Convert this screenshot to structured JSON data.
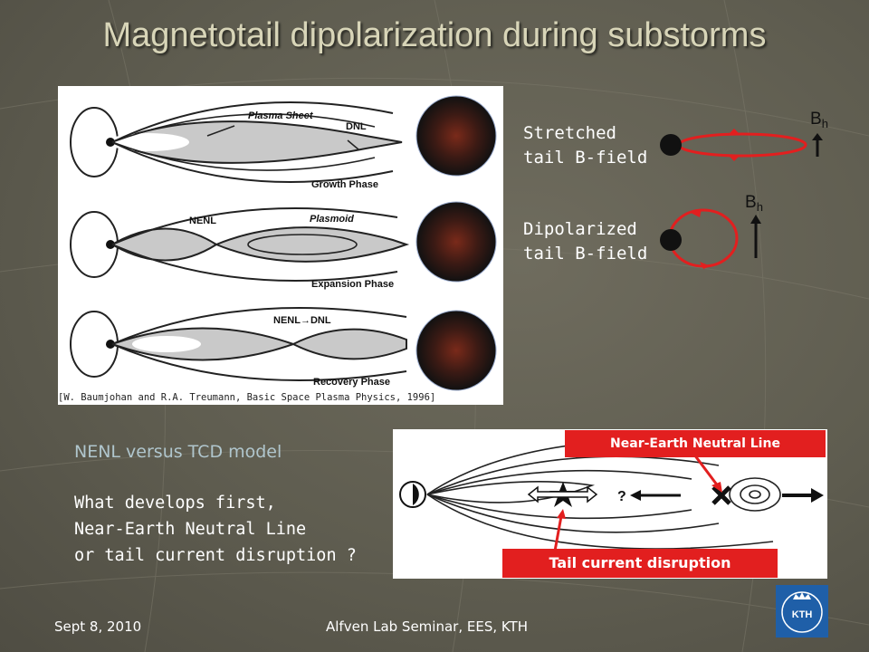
{
  "title": "Magnetotail dipolarization during substorms",
  "main_figure": {
    "labels": {
      "plasma_sheet": "Plasma Sheet",
      "dnl": "DNL",
      "growth_phase": "Growth Phase",
      "nenl": "NENL",
      "plasmoid": "Plasmoid",
      "expansion_phase": "Expansion Phase",
      "nenl_dnl": "NENL→DNL",
      "recovery_phase": "Recovery Phase"
    },
    "caption": "[W. Baumjohan and R.A. Treumann, Basic Space Plasma Physics, 1996]"
  },
  "stretched": {
    "line1": "Stretched",
    "line2": "tail B-field",
    "bh_main": "B",
    "bh_sub": "h"
  },
  "dipolarized": {
    "line1": "Dipolarized",
    "line2": "tail B-field",
    "bh_main": "B",
    "bh_sub": "h"
  },
  "question": {
    "title": "NENL versus TCD model",
    "line1": "What develops first,",
    "line2": "Near-Earth Neutral Line",
    "line3": "or tail current disruption ?"
  },
  "bottom_figure": {
    "nenl_box": "Near-Earth Neutral Line",
    "tcd_box": "Tail current disruption",
    "question_mark": "?"
  },
  "footer": {
    "date": "Sept 8, 2010",
    "event": "Alfven Lab Seminar, EES, KTH"
  },
  "logo": {
    "text": "KTH"
  },
  "colors": {
    "title": "#d8d5b8",
    "subtitle": "#b0c6cd",
    "red": "#e21f1f",
    "logo_blue": "#1f5fa8"
  }
}
